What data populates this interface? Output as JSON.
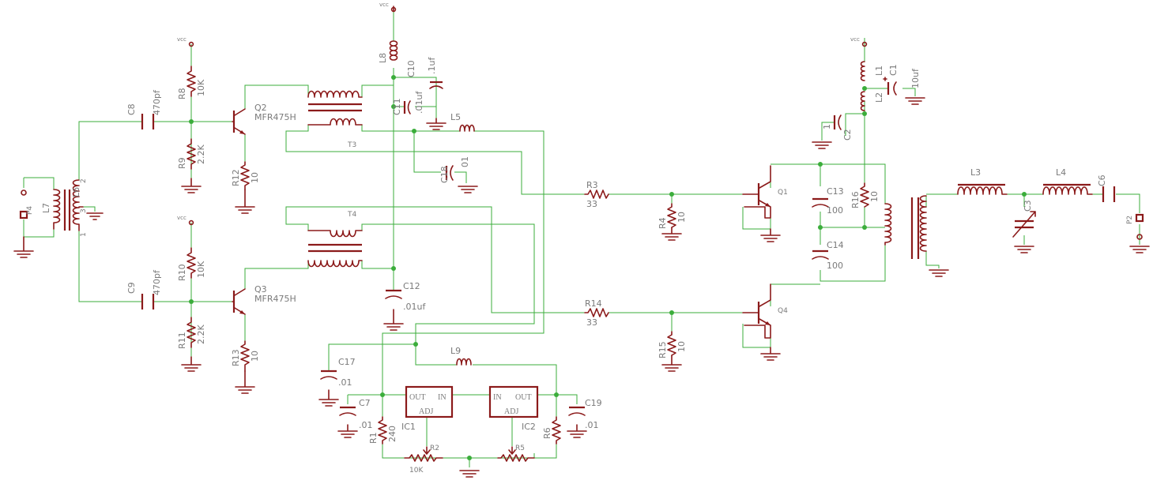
{
  "labels": {
    "vcc": "vcc",
    "R8": "R8",
    "R8v": "10K",
    "R9": "R9",
    "R9v": "2.2K",
    "R10": "R10",
    "R10v": "10K",
    "R11": "R11",
    "R11v": "2.2K",
    "R12": "R12",
    "R12v": "10",
    "R13": "R13",
    "R13v": "10",
    "C8": "C8",
    "C8v": "470pf",
    "C9": "C9",
    "C9v": "470pf",
    "Q2": "Q2",
    "Q2v": "MFR475H",
    "Q3": "Q3",
    "Q3v": "MFR475H",
    "L7": "L7",
    "L6": "L6",
    "P4": "P4",
    "pin2": "2",
    "pin3": "3",
    "pin1": "1",
    "L8": "L8",
    "C10": "C10",
    "C10v": ".1uf",
    "C11": "C11",
    "C11v": ".01uf",
    "L5": "L5",
    "T3": "T3",
    "T4": "T4",
    "C18": "C18",
    "C18v": "01",
    "C12": "C12",
    "C12v": ".01uf",
    "C17": "C17",
    "C17v": ".01",
    "C7": "C7",
    "C7v": ".01",
    "C19": "C19",
    "C19v": ".01",
    "L9": "L9",
    "IC1": "IC1",
    "IC2": "IC2",
    "out": "OUT",
    "in": "IN",
    "adj": "ADJ",
    "R1": "R1",
    "R1v": "240",
    "R6": "R6",
    "R2": "R2",
    "R2v": "10K",
    "R5": "R5",
    "R3": "R3",
    "R3v": "33",
    "R4": "R4",
    "R4v": "10",
    "R14": "R14",
    "R14v": "33",
    "R15": "R15",
    "R15v": "10",
    "Q1": "Q1",
    "Q4": "Q4",
    "L1": "L1",
    "L2": "L2",
    "C1": "C1",
    "C1v": "10uf",
    "C2": "C2",
    "C2v": "1",
    "C13": "C13",
    "C13v": "100",
    "C14": "C14",
    "C14v": "100",
    "R16": "R16",
    "R16v": "10",
    "L3": "L3",
    "L4": "L4",
    "C3": "C3",
    "C6": "C6",
    "P2": "P2"
  }
}
